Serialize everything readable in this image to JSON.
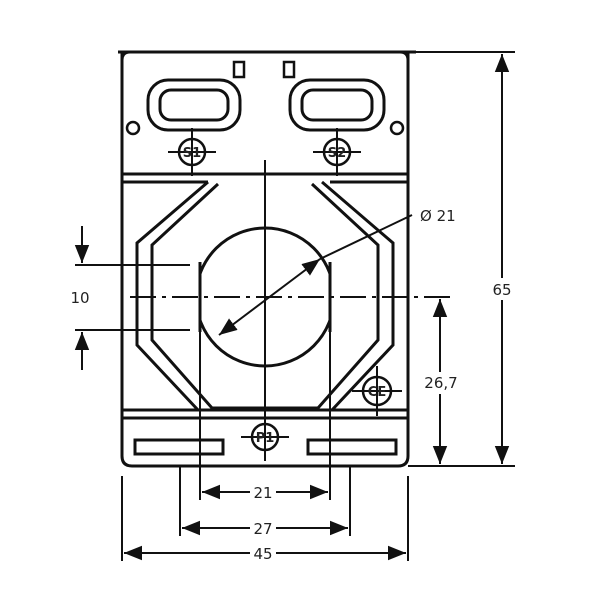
{
  "drawing": {
    "terminals": {
      "s1": "S1",
      "s2": "S2",
      "p1": "P1",
      "ce_mark": "CE"
    },
    "dimensions": {
      "diameter": "Ø 21",
      "height_total": "65",
      "center_height": "26,7",
      "window_height": "10",
      "window_width": "21",
      "mount_spacing": "27",
      "width_total": "45"
    },
    "colors": {
      "line": "#111111",
      "background": "#ffffff"
    }
  }
}
